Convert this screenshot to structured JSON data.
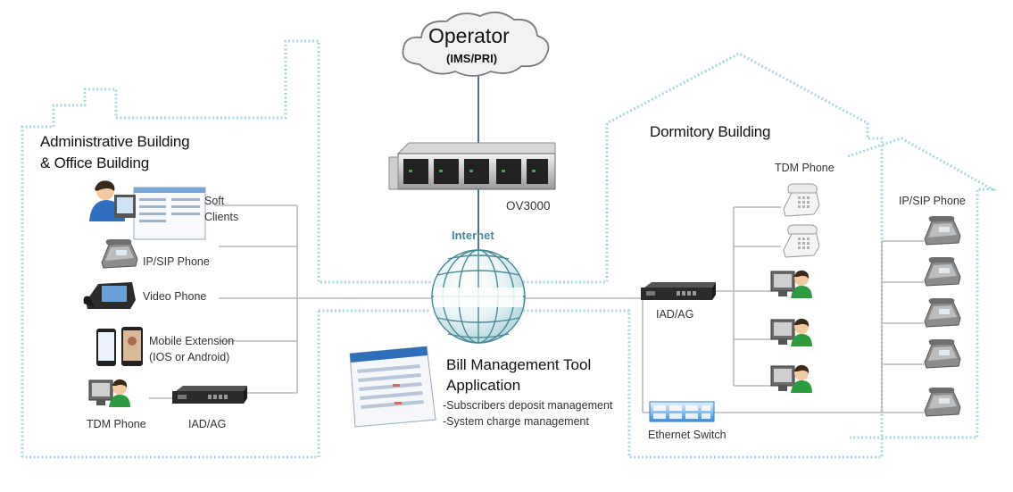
{
  "operator": {
    "title": "Operator",
    "subtitle": "(IMS/PRI)"
  },
  "server": {
    "label": "OV3000"
  },
  "internet": {
    "label": "Internet"
  },
  "admin_building": {
    "title_line1": "Administrative Building",
    "title_line2": "& Office Building",
    "devices": {
      "soft_clients_line1": "Soft",
      "soft_clients_line2": "Clients",
      "ip_sip_phone": "IP/SIP Phone",
      "video_phone": "Video Phone",
      "mobile_ext_line1": "Mobile Extension",
      "mobile_ext_line2": "(IOS or Android)",
      "tdm_phone": "TDM Phone",
      "iad_ag": "IAD/AG"
    }
  },
  "dormitory_building": {
    "title": "Dormitory Building",
    "tdm_phone": "TDM Phone",
    "ip_sip_phone": "IP/SIP Phone",
    "iad_ag": "IAD/AG",
    "ethernet_switch": "Ethernet Switch"
  },
  "bill_tool": {
    "title_line1": "Bill Management Tool",
    "title_line2": "Application",
    "items": [
      "-Subscribers deposit management",
      "-System charge management"
    ]
  },
  "colors": {
    "outline": "#a8d8e2",
    "line": "#b9b9b9",
    "uplink": "#4b6fa8",
    "globe": "#4a8a96"
  }
}
